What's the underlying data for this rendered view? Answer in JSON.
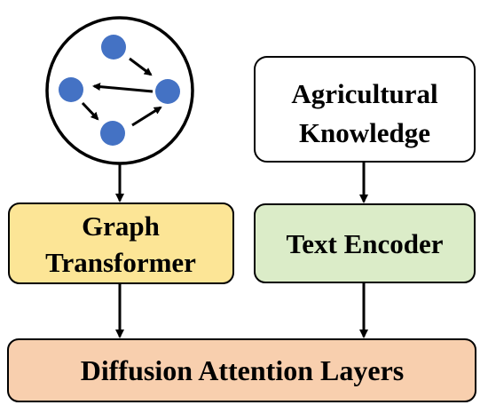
{
  "nodes": {
    "agri_knowledge": {
      "line1": "Agricultural",
      "line2": "Knowledge",
      "fill": "#ffffff"
    },
    "graph_transformer": {
      "line1": "Graph",
      "line2": "Transformer",
      "fill": "#fce596"
    },
    "text_encoder": {
      "label": "Text Encoder",
      "fill": "#dbecc8"
    },
    "diffusion_layers": {
      "label": "Diffusion Attention Layers",
      "fill": "#f8cfae"
    }
  },
  "graph_icon": {
    "node_color": "#4472c4"
  },
  "colors": {
    "stroke": "#000000"
  }
}
